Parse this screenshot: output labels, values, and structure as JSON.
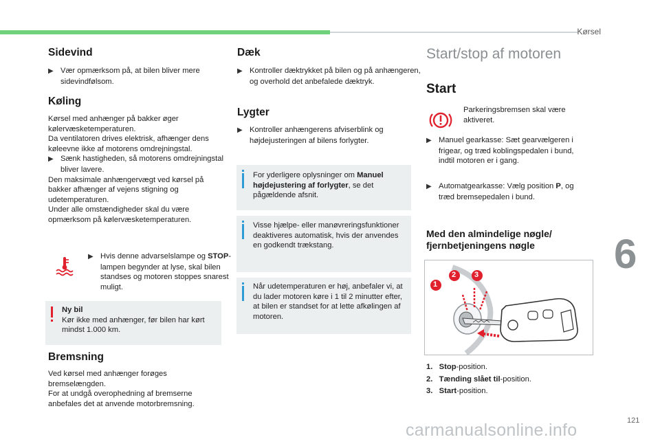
{
  "header": {
    "chapter": "Kørsel",
    "page_number": "121",
    "chapter_number": "6"
  },
  "col1": {
    "sidevind": {
      "title": "Sidevind",
      "bullet": "Vær opmærksom på, at bilen bliver mere sidevindfølsom."
    },
    "koling": {
      "title": "Køling",
      "para1": "Kørsel med anhænger på bakker øger kølervæsketemperaturen.",
      "para2": "Da ventilatoren drives elektrisk, afhænger dens køleevne ikke af motorens omdrejningstal.",
      "bullet": "Sænk hastigheden, så motorens omdrejningstal bliver lavere.",
      "para3": "Den maksimale anhængervægt ved kørsel på bakker afhænger af vejens stigning og udetemperaturen.",
      "para4": "Under alle omstændigheder skal du være opmærksom på kølervæsketemperaturen.",
      "warning_lamp_pre": "Hvis denne advarselslampe og ",
      "warning_lamp_bold": "STOP",
      "warning_lamp_post": "-lampen begynder at lyse, skal bilen standses og motoren stoppes snarest muligt."
    },
    "nybil": {
      "title": "Ny bil",
      "text": "Kør ikke med anhænger, før bilen har kørt mindst 1.000 km."
    },
    "bremsning": {
      "title": "Bremsning",
      "para1": "Ved kørsel med anhænger forøges bremselængden.",
      "para2": "For at undgå overophedning af bremserne anbefales det at anvende motorbremsning."
    }
  },
  "col2": {
    "daek": {
      "title": "Dæk",
      "bullet": "Kontroller dæktrykket på bilen og på anhængeren, og overhold det anbefalede dæktryk."
    },
    "lygter": {
      "title": "Lygter",
      "bullet": "Kontroller anhængerens afviserblink og højdejusteringen af bilens forlygter."
    },
    "info1": {
      "pre": "For yderligere oplysninger om ",
      "bold": "Manuel højdejustering af forlygter",
      "post": ", se det pågældende afsnit."
    },
    "info2": {
      "text": "Visse hjælpe- eller manøvreringsfunktioner deaktiveres automatisk, hvis der anvendes en godkendt trækstang."
    },
    "info3": {
      "text": "Når udetemperaturen er høj, anbefaler vi, at du lader motoren køre i 1 til 2 minutter efter, at bilen er standset for at lette afkølingen af motoren."
    }
  },
  "col3": {
    "title": "Start/stop af motoren",
    "start_title": "Start",
    "parking_text": "Parkeringsbremsen skal være aktiveret.",
    "manual": "Manuel gearkasse: Sæt gearvælgeren i frigear, og træd koblingspedalen i bund, indtil motoren er i gang.",
    "auto_pre": "Automatgearkasse: Vælg position ",
    "auto_bold": "P",
    "auto_post": ", og træd bremsepedalen i bund.",
    "key_title": "Med den almindelige nøgle/ fjernbetjeningens nøgle",
    "figure_labels": [
      "1",
      "2",
      "3"
    ],
    "legend": [
      {
        "num": "1.",
        "bold": "Stop",
        "rest": "-position."
      },
      {
        "num": "2.",
        "bold": "Tænding slået til",
        "rest": "-position."
      },
      {
        "num": "3.",
        "bold": "Start",
        "rest": "-position."
      }
    ]
  },
  "watermark": "carmanualsonline.info",
  "colors": {
    "accent_green": "#6fd17a",
    "info_blue": "#2e9bd6",
    "warning_red": "#e0202c",
    "box_grey": "#eceff0"
  },
  "icons": [
    "coolant-temperature-warning-icon",
    "parking-brake-warning-icon",
    "info-icon",
    "warning-exclamation-icon",
    "bullet-arrow-icon"
  ]
}
